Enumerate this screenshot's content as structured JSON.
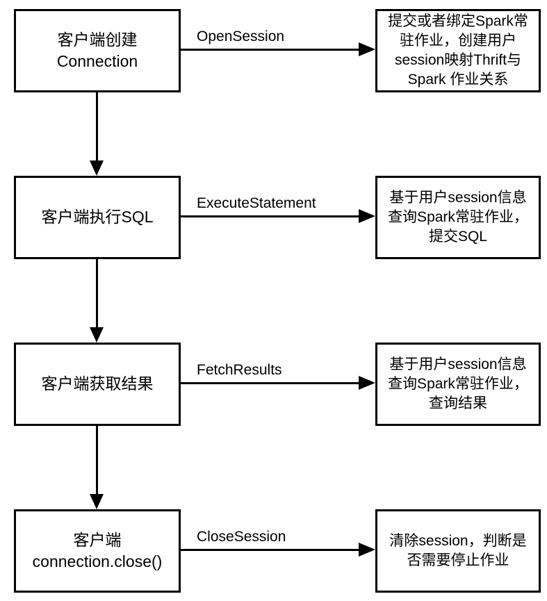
{
  "diagram": {
    "type": "flowchart",
    "colors": {
      "background": "#ffffff",
      "stroke": "#000000",
      "text": "#000000"
    },
    "rows": [
      {
        "client_step": "客户端创建\nConnection",
        "rpc_call": "OpenSession",
        "server_action": "提交或者绑定Spark常\n驻作业，创建用户\nsession映射Thrift与\nSpark 作业关系"
      },
      {
        "client_step": "客户端执行SQL",
        "rpc_call": "ExecuteStatement",
        "server_action": "基于用户session信息\n查询Spark常驻作业，\n提交SQL"
      },
      {
        "client_step": "客户端获取结果",
        "rpc_call": "FetchResults",
        "server_action": "基于用户session信息\n查询Spark常驻作业，\n查询结果"
      },
      {
        "client_step": "客户端\nconnection.close()",
        "rpc_call": "CloseSession",
        "server_action": "清除session，判断是\n否需要停止作业"
      }
    ]
  }
}
